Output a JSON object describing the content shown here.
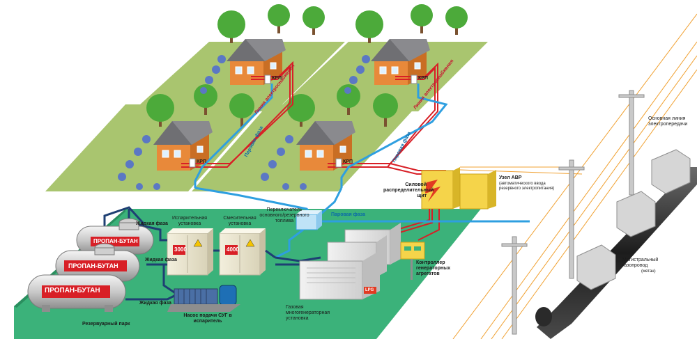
{
  "labels": {
    "tank_liquid_1": "Жидкая фаза",
    "tank_liquid_2": "Жидкая фаза",
    "tank_liquid_3": "Жидкая фаза",
    "tank_name_1": "ПРОПАН-БУТАН",
    "tank_name_2": "ПРОПАН-БУТАН",
    "tank_name_3": "ПРОПАН-БУТАН",
    "reservoir_park": "Резервуарный парк",
    "evaporator": "Испарительная установка",
    "evaporator_num": "3000",
    "mixer": "Смесительная установка",
    "mixer_num": "4000",
    "switch": "Переключатель основного/резервного топлива",
    "vapor_phase_main": "Паровая фаза",
    "vapor_phase_house_1": "Паровая фаза",
    "vapor_phase_house_2": "Паровая фаза",
    "power_line_house_1": "Линия электроснабжения",
    "power_line_house_2": "Линия электроснабжения",
    "krp_1": "КРП",
    "krp_2": "КРП",
    "krp_3": "КРП",
    "krp_4": "КРП",
    "power_panel": "Силовой распределительный щит",
    "avr_title": "Узел АВР",
    "avr_desc": "(автоматического ввода резервного электропитания)",
    "main_power_line": "Основная линия электропередачи",
    "gas_main": "Магистральный газопровод",
    "gas_main_note": "(метан)",
    "controller": "Контроллер генераторных агрегатов",
    "gas_gen": "Газовая многогенераторная установка",
    "pump": "Насос подачи СУГ в испаритель",
    "gen_brand": "LPG"
  },
  "colors": {
    "grass": "#3bb27a",
    "yard": "#9fbf6a",
    "pipe_blue": "#2e9fe0",
    "pipe_dark": "#1e3f73",
    "power_red": "#d81f26",
    "wire_orange": "#f0a030",
    "roof": "#6f6f73",
    "wall": "#e8893a"
  }
}
